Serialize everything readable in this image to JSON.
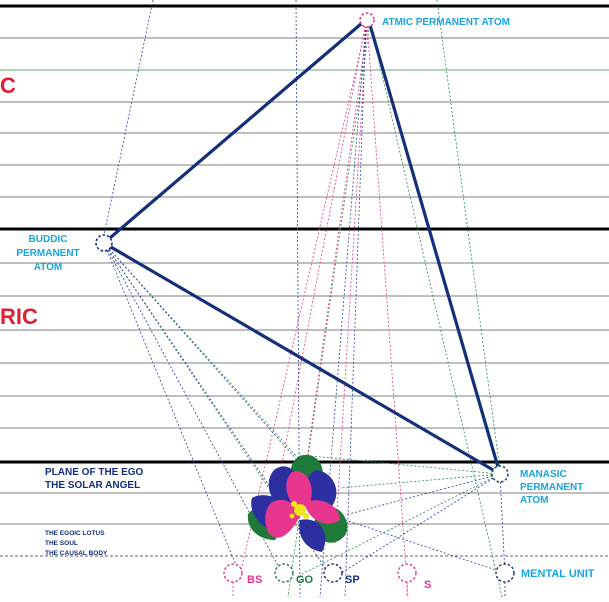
{
  "plane_labels": {
    "upper": "C",
    "middle": "RIC"
  },
  "atoms": {
    "atmic": "ATMIC PERMANENT ATOM",
    "buddhic": [
      "BUDDIC",
      "PERMANENT",
      "ATOM"
    ],
    "manasic": [
      "MANASIC",
      "PERMANENT",
      "ATOM"
    ]
  },
  "ego_plane": {
    "line1": "PLANE  OF  THE  EGO",
    "line2": "THE SOLAR ANGEL"
  },
  "lotus_names": [
    "THE EGOIC LOTUS",
    "THE SOUL",
    "THE CAUSAL BODY"
  ],
  "units": {
    "bs": "BS",
    "go": "GO",
    "sp": "SP",
    "s": "S",
    "mental_unit": "MENTAL UNIT"
  },
  "colors": {
    "triangle": "#14307a",
    "cyan_label": "#1aa5dc",
    "red_label": "#e02030",
    "magenta": "#e8368f",
    "green": "#1f7a3a",
    "blue_petal": "#2b2fa0",
    "pink_petal": "#e8368f",
    "green_petal": "#1f7a3a",
    "lotus_center": "#f2e21b"
  }
}
